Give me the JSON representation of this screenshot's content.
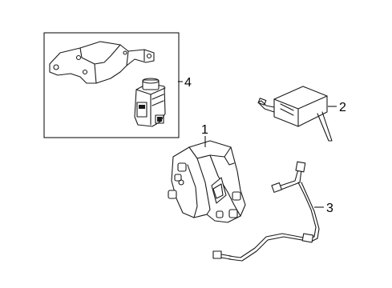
{
  "diagram": {
    "callouts": {
      "part_1": "1",
      "part_2": "2",
      "part_3": "3",
      "part_4": "4"
    }
  }
}
